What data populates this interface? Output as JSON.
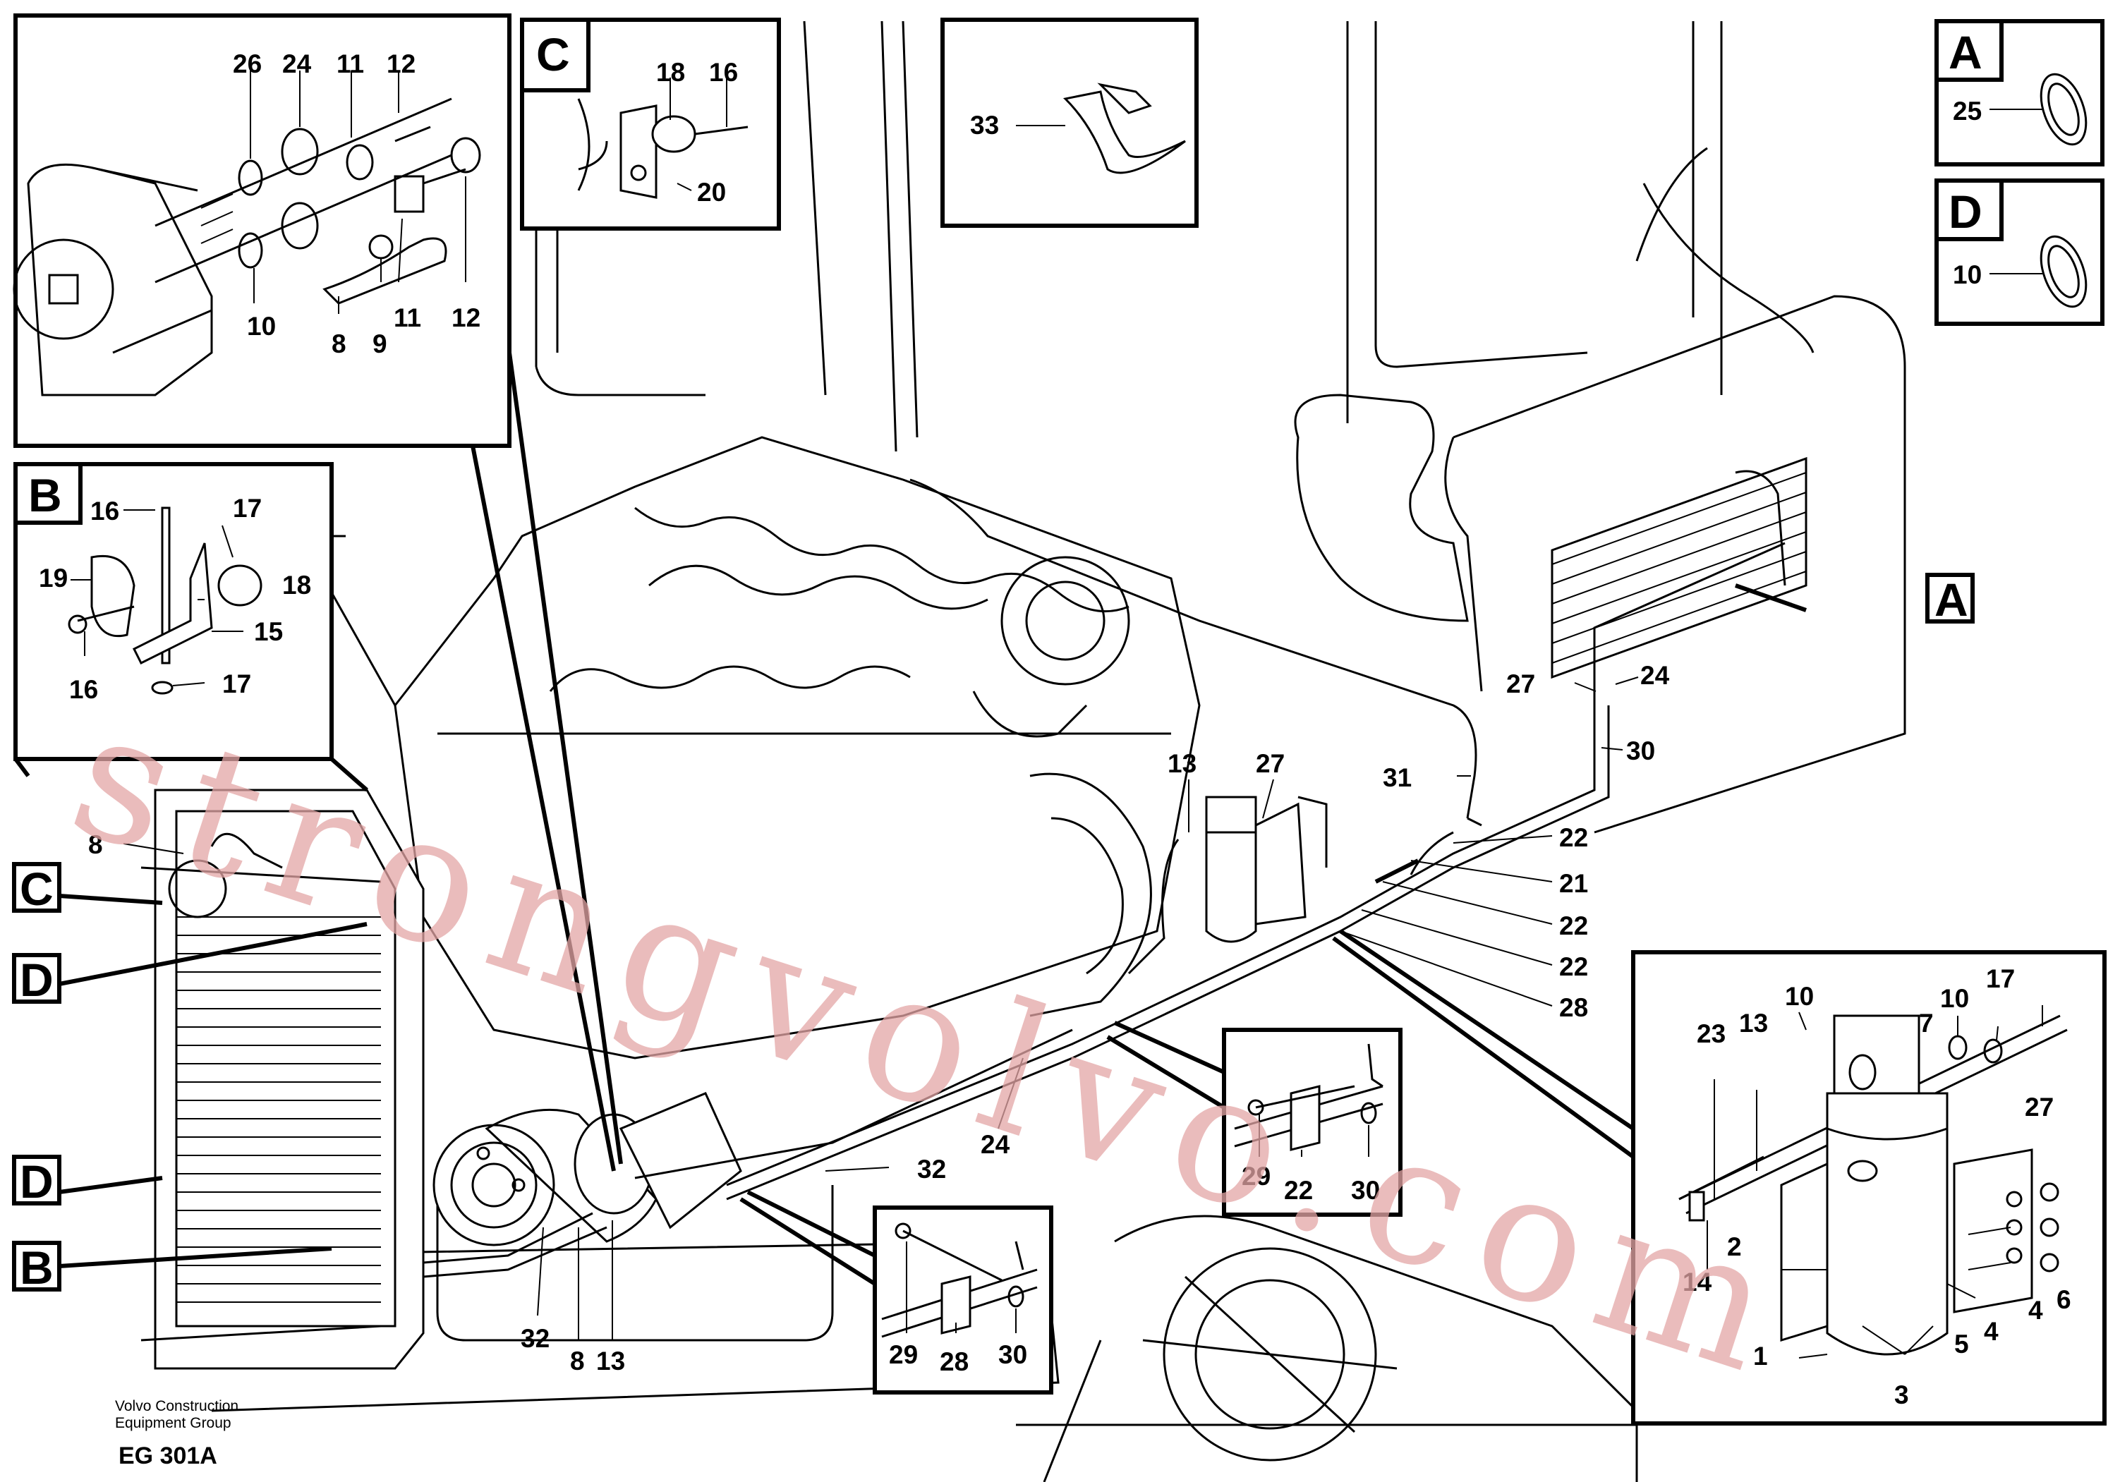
{
  "watermark": "strongvolvo.com",
  "footer": {
    "company_line1": "Volvo Construction",
    "company_line2": "Equipment Group",
    "code": "EG 301A"
  },
  "boxes": {
    "top_left": {
      "labels": [
        "26",
        "24",
        "11",
        "12",
        "10",
        "8",
        "9",
        "11",
        "12"
      ]
    },
    "C": {
      "letter": "C",
      "labels": [
        "18",
        "16",
        "20"
      ]
    },
    "clip": {
      "labels": [
        "33"
      ]
    },
    "A": {
      "letter": "A",
      "labels": [
        "25"
      ]
    },
    "D": {
      "letter": "D",
      "labels": [
        "10"
      ]
    },
    "B": {
      "letter": "B",
      "labels": [
        "16",
        "17",
        "19",
        "18",
        "15",
        "16",
        "17"
      ]
    },
    "mid_detail": {
      "labels": [
        "29",
        "22",
        "30"
      ]
    },
    "low_detail": {
      "labels": [
        "29",
        "28",
        "30"
      ]
    },
    "receiver": {
      "labels": [
        "23",
        "13",
        "10",
        "10",
        "7",
        "17",
        "27",
        "14",
        "2",
        "1",
        "3",
        "5",
        "4",
        "4",
        "6"
      ]
    }
  },
  "main_labels": [
    "8",
    "13",
    "27",
    "31",
    "30",
    "27",
    "24",
    "22",
    "21",
    "22",
    "22",
    "28",
    "24",
    "32",
    "32",
    "8",
    "13"
  ],
  "side_refs": [
    "C",
    "D",
    "D",
    "B",
    "A"
  ]
}
